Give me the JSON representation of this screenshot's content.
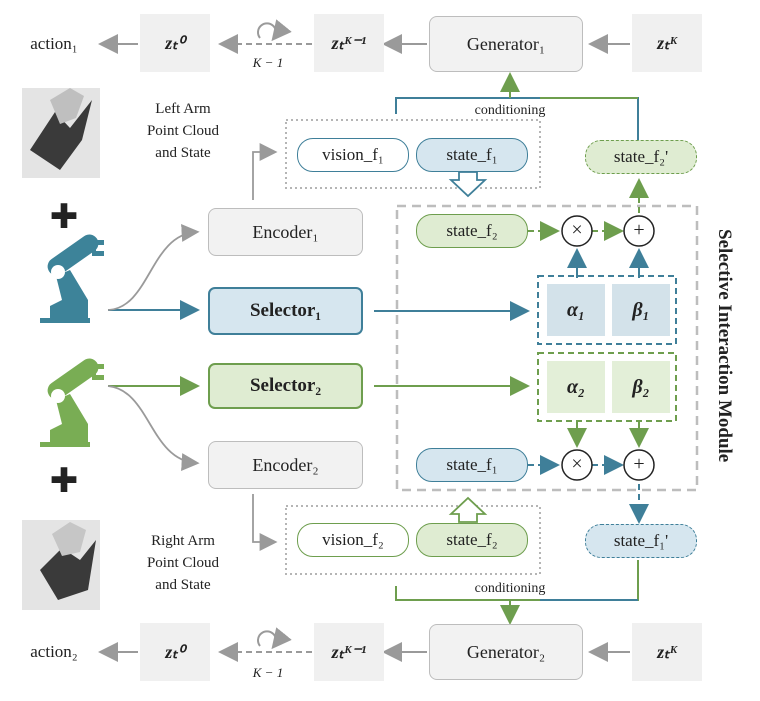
{
  "top": {
    "action": "action₁",
    "z0": "zₜ⁰",
    "loop_label": "K − 1",
    "zk1": "zₜᴷ⁻¹",
    "generator": "Generator₁",
    "zk": "zₜᴷ",
    "conditioning": "conditioning"
  },
  "bottom": {
    "action": "action₂",
    "z0": "zₜ⁰",
    "loop_label": "K − 1",
    "zk1": "zₜᴷ⁻¹",
    "generator": "Generator₂",
    "zk": "zₜᴷ",
    "conditioning": "conditioning"
  },
  "left_arm_caption": [
    "Left Arm",
    "Point Cloud",
    "and State"
  ],
  "right_arm_caption": [
    "Right Arm",
    "Point Cloud",
    "and State"
  ],
  "encoder1": "Encoder₁",
  "encoder2": "Encoder₂",
  "selector1": "Selector₁",
  "selector2": "Selector₂",
  "top_features": {
    "vision": "vision_f₁",
    "state": "state_f₁"
  },
  "bottom_features": {
    "vision": "vision_f₂",
    "state": "state_f₂"
  },
  "module": {
    "title": "Selective Interaction Module",
    "state_in_top": "state_f₂",
    "state_in_bottom": "state_f₁",
    "state_out_top": "state_f₂'",
    "state_out_bottom": "state_f₁'",
    "alpha1": "α₁",
    "beta1": "β₁",
    "alpha2": "α₂",
    "beta2": "β₂",
    "times": "×",
    "plus": "+"
  },
  "plus_icon": "✚",
  "colors": {
    "blue": "#3f7f99",
    "green": "#6e9e4e",
    "grey": "#9a9a9a"
  }
}
